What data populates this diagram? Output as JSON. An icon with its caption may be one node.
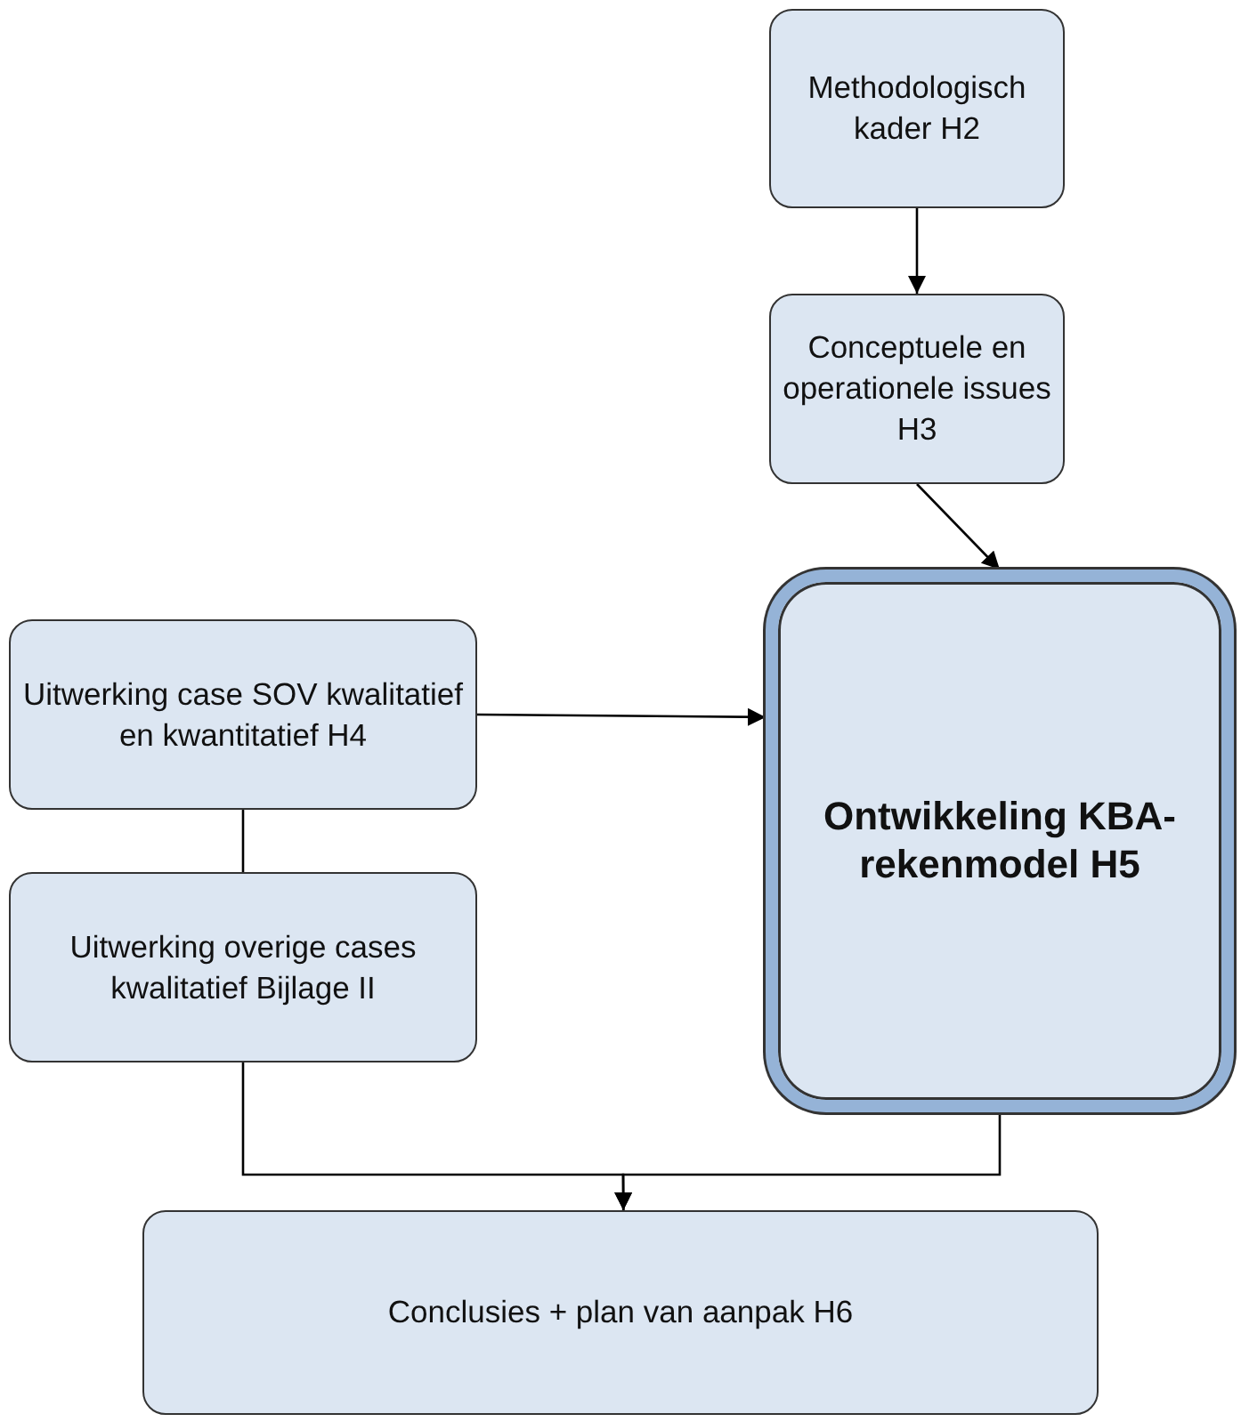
{
  "diagram": {
    "nodes": [
      {
        "text": [
          "Methodologisch kader H2"
        ]
      },
      {
        "text": [
          "Conceptuele en operationele issues H3"
        ]
      },
      {
        "text": [
          "Uitwerking case SOV kwalitatief en kwantitatief H4"
        ]
      },
      {
        "text": [
          "Ontwikkeling KBA-rekenmodel H5"
        ]
      },
      {
        "text": [
          "Uitwerking overige cases kwalitatief Bijlage II"
        ]
      },
      {
        "text": [
          "Conclusies + plan van aanpak H6"
        ]
      }
    ],
    "edges": [
      {
        "from": 0,
        "to": 1,
        "arrow": "to"
      },
      {
        "from": 1,
        "to": 3,
        "arrow": "to"
      },
      {
        "from": 2,
        "to": 3,
        "arrow": "to"
      },
      {
        "from": 2,
        "to": 4,
        "arrow": "none"
      },
      {
        "from": 4,
        "to": 5,
        "arrow": "to"
      },
      {
        "from": 3,
        "to": 5,
        "arrow": "to"
      }
    ]
  }
}
